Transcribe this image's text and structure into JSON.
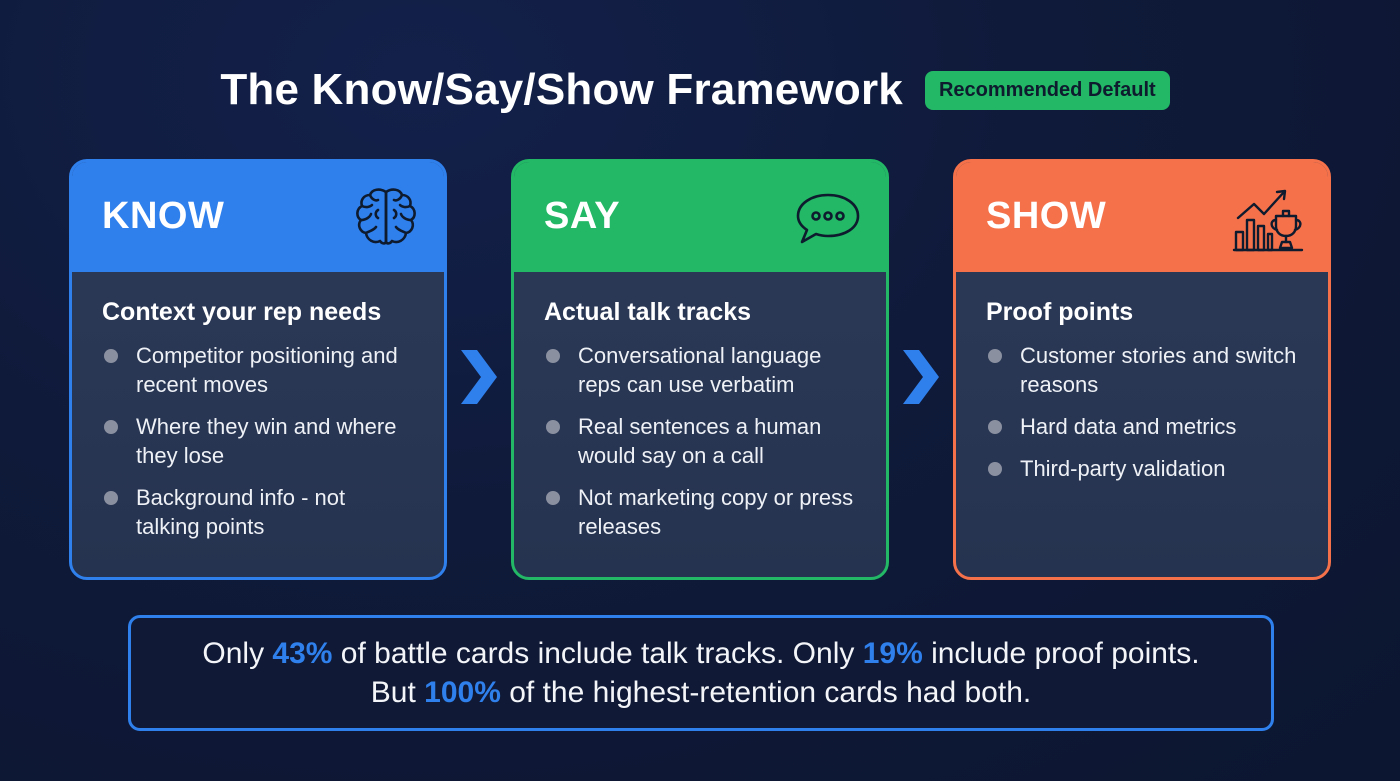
{
  "header": {
    "title": "The Know/Say/Show Framework",
    "badge": "Recommended Default"
  },
  "colors": {
    "background": "#0f1a3a",
    "know": "#2f80ed",
    "say": "#22b865",
    "show": "#f4714a",
    "highlight": "#2f80ed",
    "badge": "#22b865"
  },
  "cards": [
    {
      "label": "KNOW",
      "icon": "brain-icon",
      "subtitle": "Context your rep needs",
      "bullets": [
        "Competitor positioning and recent moves",
        "Where they win and where they lose",
        "Background info - not talking points"
      ]
    },
    {
      "label": "SAY",
      "icon": "speech-bubble-icon",
      "subtitle": "Actual talk tracks",
      "bullets": [
        "Conversational language reps can use verbatim",
        "Real sentences a human would say on a call",
        "Not marketing copy or press releases"
      ]
    },
    {
      "label": "SHOW",
      "icon": "chart-trophy-icon",
      "subtitle": "Proof points",
      "bullets": [
        "Customer stories and switch reasons",
        "Hard data and metrics",
        "Third-party validation"
      ]
    }
  ],
  "arrows": [
    "chevron-right-icon",
    "chevron-right-icon"
  ],
  "callout": {
    "line1": {
      "pre": "Only ",
      "stat1": "43%",
      "mid": " of battle cards include talk tracks. Only ",
      "stat2": "19%",
      "post": " include proof points."
    },
    "line2": {
      "pre": "But ",
      "stat": "100%",
      "post": " of the highest-retention cards had both."
    }
  }
}
